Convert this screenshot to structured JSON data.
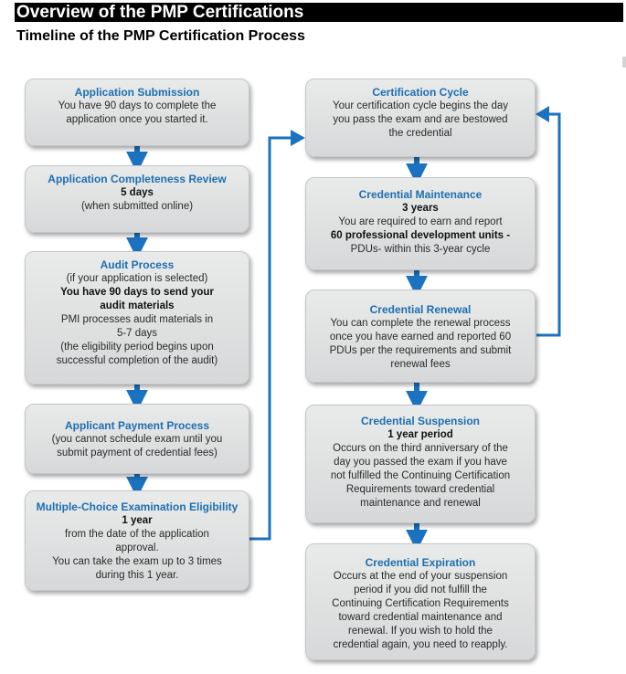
{
  "header": {
    "title": "Overview of the PMP Certifications",
    "subtitle": "Timeline of the PMP Certification Process"
  },
  "colors": {
    "title_blue": "#1d6fb0",
    "arrow_blue": "#1b72c0",
    "box_gray": "#dcdddd"
  },
  "left_column": [
    {
      "title": "Application Submission",
      "lines": [
        "You have 90 days to complete the",
        "application once you started it."
      ]
    },
    {
      "title": "Application Completeness Review",
      "bold": "5 days",
      "lines": [
        "(when submitted online)"
      ]
    },
    {
      "title": "Audit Process",
      "lines_before": [
        "(if your application is selected)"
      ],
      "bold_lines": [
        "You have 90 days to send your",
        "audit materials"
      ],
      "lines": [
        "PMI processes audit materials in",
        "5-7 days",
        "(the eligibility period begins upon",
        "successful completion of the audit)"
      ]
    },
    {
      "title": "Applicant Payment Process",
      "lines": [
        "(you cannot schedule exam until you",
        "submit payment of credential fees)"
      ]
    },
    {
      "title": "Multiple-Choice Examination Eligibility",
      "bold": "1 year",
      "lines": [
        "from the date of the application",
        "approval.",
        "You can take the exam up to 3 times",
        "during this 1 year."
      ]
    }
  ],
  "right_column": [
    {
      "title": "Certification Cycle",
      "lines": [
        "Your certification cycle begins the day",
        "you pass the exam and are bestowed",
        "the credential"
      ]
    },
    {
      "title": "Credential Maintenance",
      "bold": "3 years",
      "lines": [
        "You are required to earn and report"
      ],
      "bold_line": "60 professional development units -",
      "lines_after": [
        "PDUs- within this 3-year cycle"
      ]
    },
    {
      "title": "Credential Renewal",
      "lines": [
        "You can complete the renewal process",
        "once you have earned and reported 60",
        "PDUs per the requirements and submit",
        "renewal fees"
      ]
    },
    {
      "title": "Credential Suspension",
      "bold": "1 year period",
      "lines": [
        "Occurs on the third anniversary of the",
        "day you passed the exam if you have",
        "not fulfilled the Continuing Certification",
        "Requirements toward credential",
        "maintenance and renewal"
      ]
    },
    {
      "title": "Credential Expiration",
      "lines": [
        "Occurs at the end of your suspension",
        "period if you did not fulfill the",
        "Continuing Certification Requirements",
        "toward credential maintenance and",
        "renewal. If you wish to hold the",
        "credential again, you need to reapply."
      ]
    }
  ]
}
